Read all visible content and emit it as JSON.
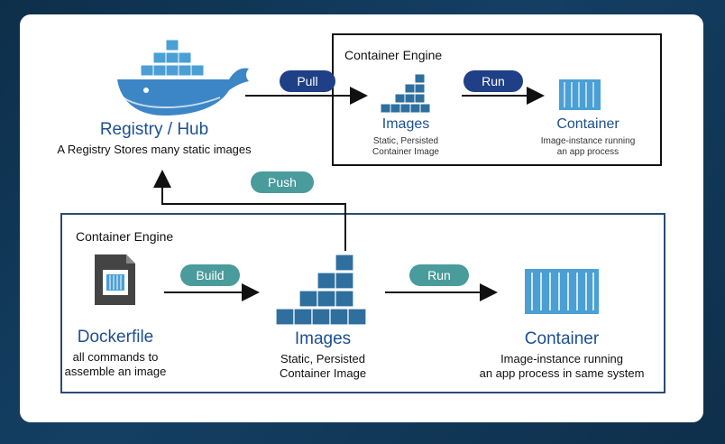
{
  "colors": {
    "background": "#133a5c",
    "card": "#ffffff",
    "pill_dark": "#1f3f86",
    "pill_teal": "#4a9b9b",
    "title_blue": "#1d4f91",
    "container_blue": "#4a9fd5"
  },
  "registry": {
    "title": "Registry / Hub",
    "subtitle": "A Registry Stores many static images",
    "icon": "docker-whale-icon"
  },
  "top_engine": {
    "label": "Container Engine",
    "pull_label": "Pull",
    "run_label": "Run",
    "images_title": "Images",
    "images_sub1": "Static, Persisted",
    "images_sub2": "Container Image",
    "container_title": "Container",
    "container_sub1": "Image-instance running",
    "container_sub2": "an app process"
  },
  "push_label": "Push",
  "bottom_engine": {
    "label": "Container Engine",
    "build_label": "Build",
    "run_label": "Run",
    "dockerfile_title": "Dockerfile",
    "dockerfile_sub1": "all commands to",
    "dockerfile_sub2": "assemble an image",
    "images_title": "Images",
    "images_sub1": "Static, Persisted",
    "images_sub2": "Container Image",
    "container_title": "Container",
    "container_sub1": "Image-instance running",
    "container_sub2": "an app process in same system"
  }
}
